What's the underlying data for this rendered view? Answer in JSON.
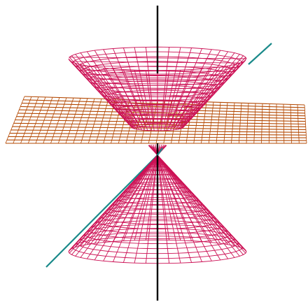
{
  "scene": {
    "description_visible_text": "",
    "colors": {
      "background": "#ffffff",
      "cone_mesh": "#cc1155",
      "plane_mesh": "#b34700",
      "axis": "#000000",
      "generator_line": "#1a8a8a"
    },
    "objects": [
      {
        "name": "double-cone",
        "kind": "wireframe-surface"
      },
      {
        "name": "cutting-plane",
        "kind": "wireframe-plane"
      },
      {
        "name": "vertical-axis",
        "kind": "line"
      },
      {
        "name": "generator-line",
        "kind": "line"
      }
    ]
  }
}
